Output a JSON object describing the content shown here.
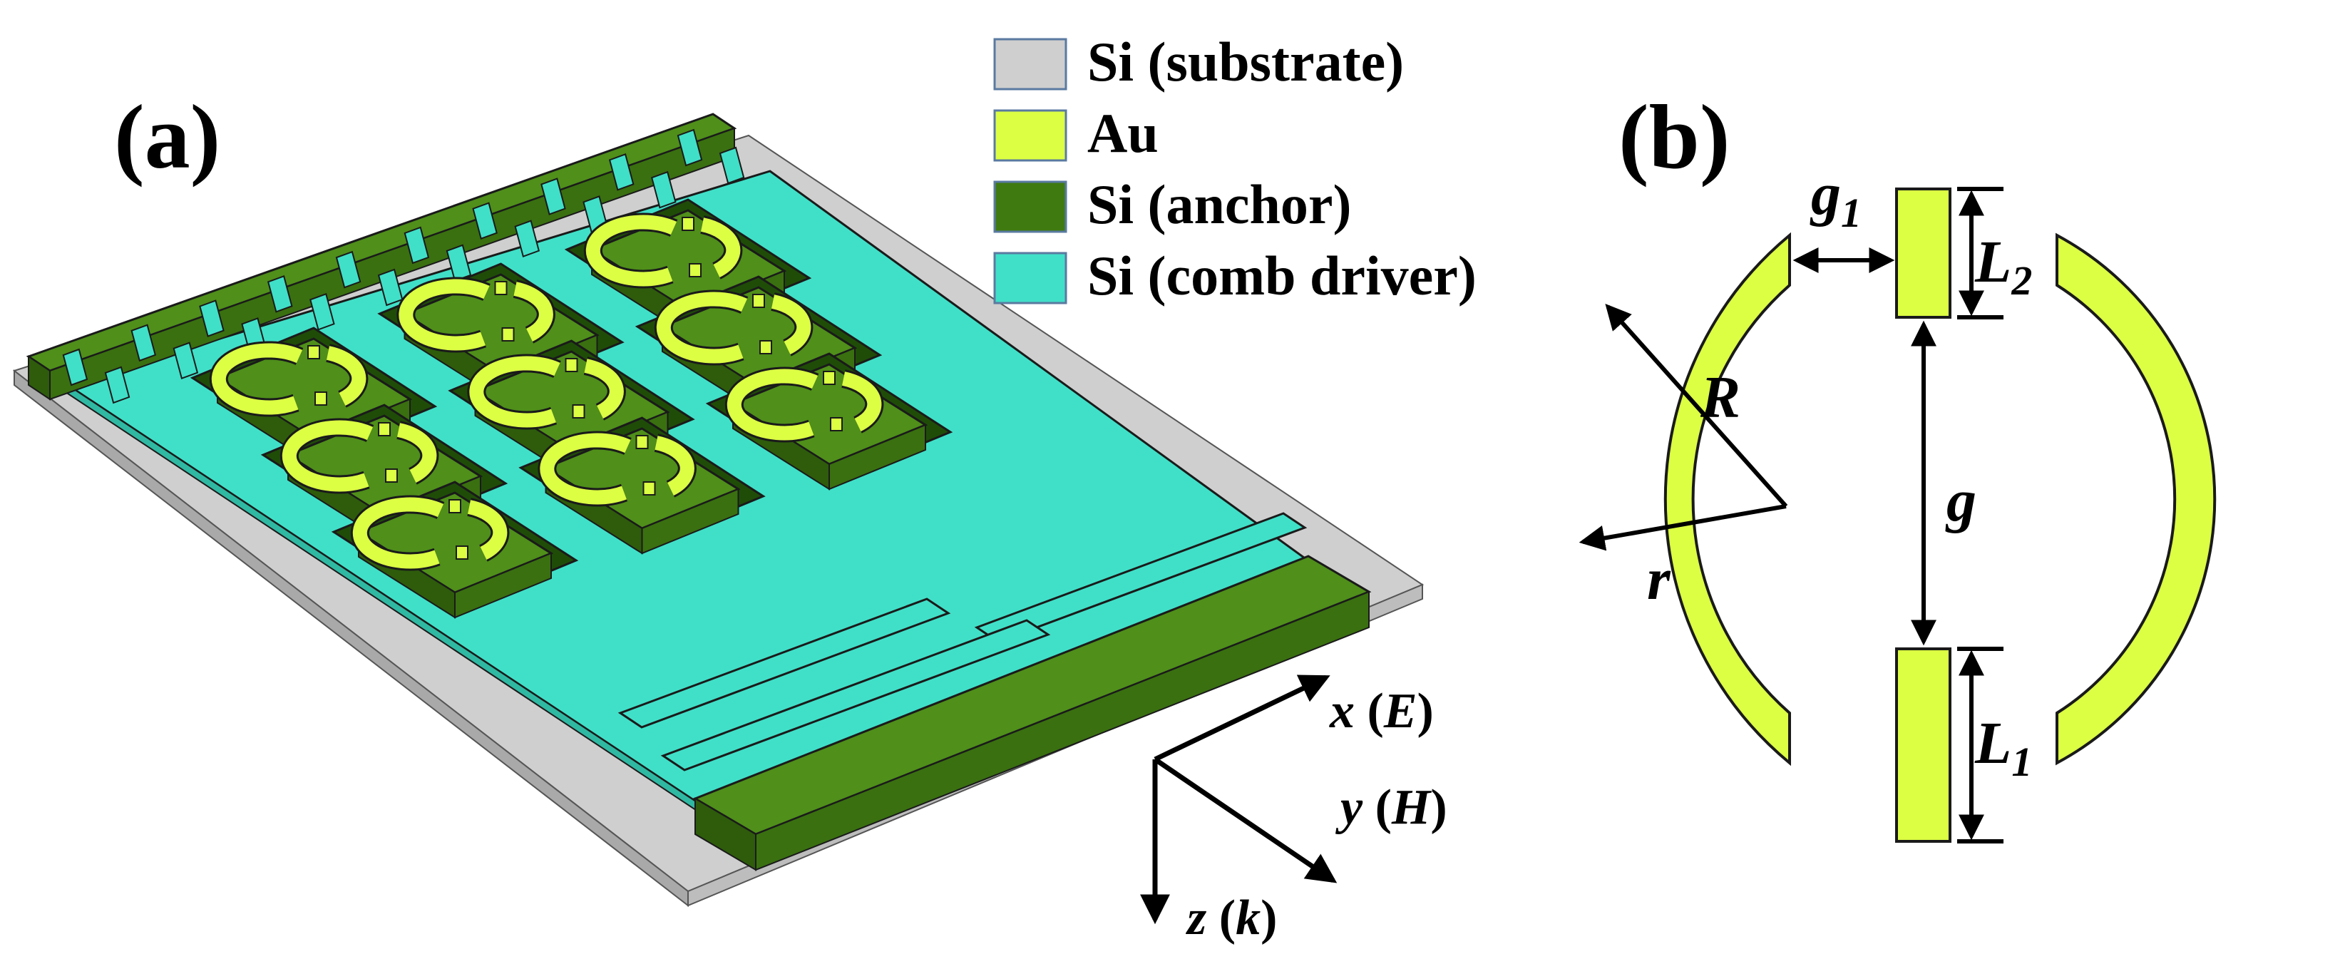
{
  "panels": {
    "a": {
      "label": "(a)"
    },
    "b": {
      "label": "(b)"
    }
  },
  "legend": {
    "items": [
      {
        "label": "Si (substrate)",
        "color": "#cfcfcf"
      },
      {
        "label": "Au",
        "color": "#dcff44"
      },
      {
        "label": "Si (anchor)",
        "color": "#3f7a10"
      },
      {
        "label": "Si (comb driver)",
        "color": "#40e0c8"
      }
    ]
  },
  "axes": {
    "x": {
      "var": "x",
      "field": "E"
    },
    "y": {
      "var": "y",
      "field": "H"
    },
    "z": {
      "var": "z",
      "field": "k"
    }
  },
  "dimensions": {
    "g1": {
      "base": "g",
      "sub": "1"
    },
    "L2": {
      "base": "L",
      "sub": "2"
    },
    "R": {
      "base": "R"
    },
    "g": {
      "base": "g"
    },
    "r": {
      "base": "r"
    },
    "L1": {
      "base": "L",
      "sub": "1"
    }
  },
  "colors": {
    "gold": "#dcff44",
    "anchor": "#3f7a10",
    "comb": "#40e0c8",
    "substrate": "#cfcfcf",
    "outline": "#1a1a1a"
  }
}
